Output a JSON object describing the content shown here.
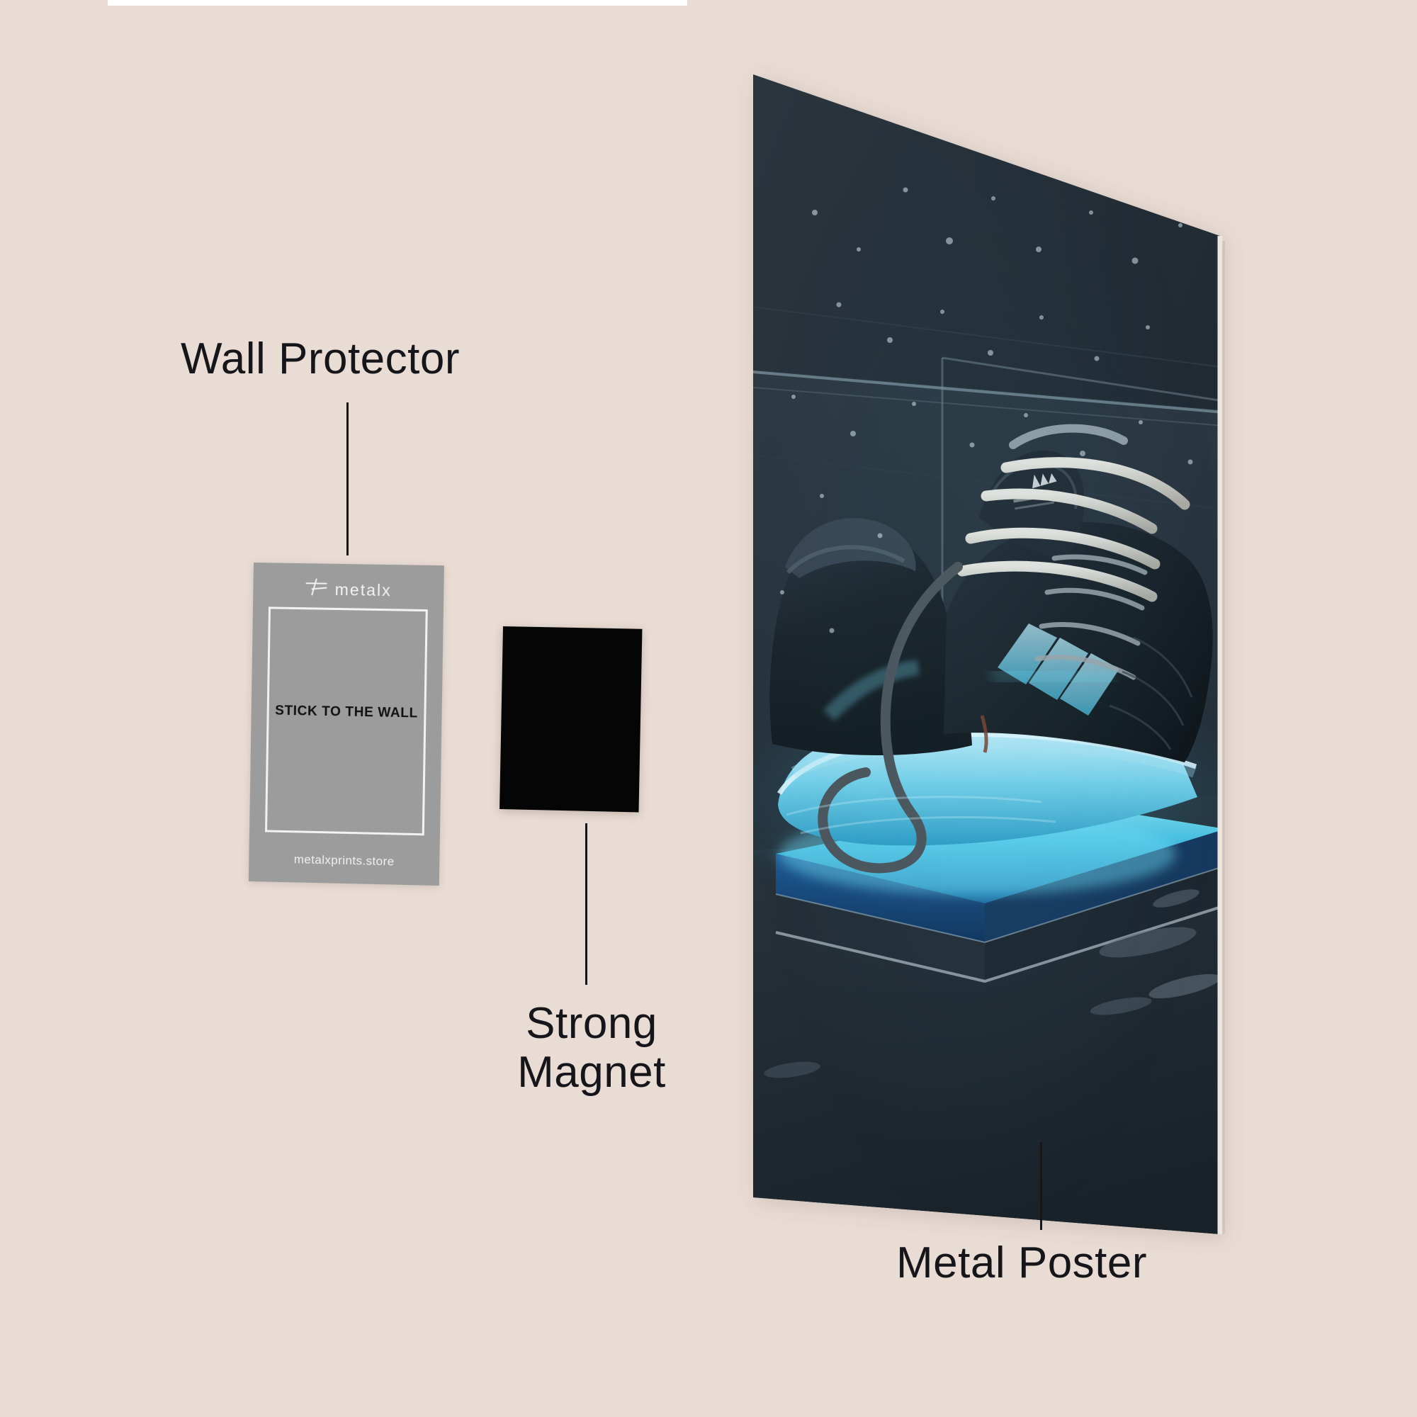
{
  "background": {
    "color": "#E8DCD4",
    "top_strip_color": "#FFFFFF"
  },
  "callouts": [
    {
      "id": "wall-protector",
      "label": "Wall Protector",
      "text_color": "#16161A",
      "leader_line_color": "#16161A"
    },
    {
      "id": "strong-magnet",
      "label": "Strong\nMagnet",
      "text_color": "#16161A",
      "leader_line_color": "#16161A"
    },
    {
      "id": "metal-poster",
      "label": "Metal Poster",
      "text_color": "#16161A",
      "leader_line_color": "#16161A"
    }
  ],
  "wall_protector_card": {
    "brand_name": "metalx",
    "logo_icon": "metalx-cross-logo-icon",
    "center_text": "STICK TO THE WALL",
    "url": "metalxprints.store",
    "card_color": "#9C9C9C",
    "frame_color": "#F2F2F2",
    "center_text_color": "#111111"
  },
  "strong_magnet": {
    "color": "#050505",
    "shape": "rectangle"
  },
  "metal_poster": {
    "artwork_subject": "Black three-stripe sneaker submerged in water on a glowing cyan illuminated platform",
    "panel_color": "#243039",
    "glow_color": "#3FC9E8",
    "deep_blue_color": "#13406E",
    "edge_highlight_color": "#E9E3DE",
    "water_surface_color": "#2E3E48",
    "sole_glow_color": "#5FD6F0",
    "lace_color": "#C8C8C4"
  }
}
